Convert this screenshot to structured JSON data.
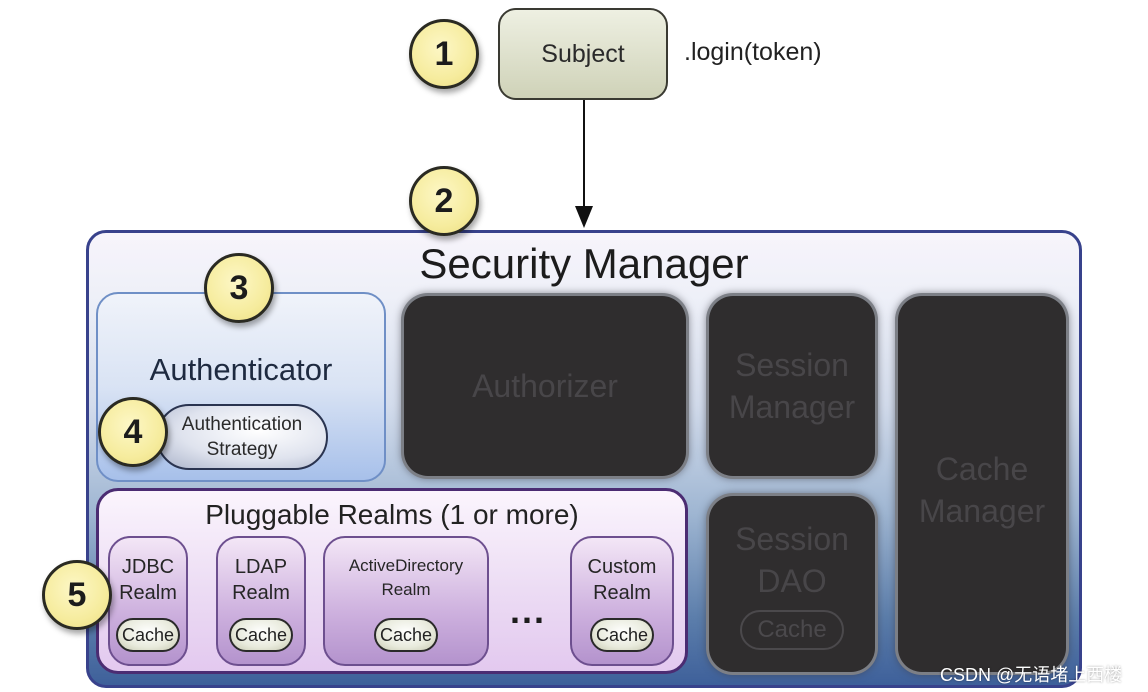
{
  "subject": {
    "label": "Subject",
    "call": ".login(token)"
  },
  "badges": [
    "1",
    "2",
    "3",
    "4",
    "5"
  ],
  "security_manager": {
    "title": "Security Manager"
  },
  "authenticator": {
    "title": "Authenticator",
    "strategy_line1": "Authentication",
    "strategy_line2": "Strategy"
  },
  "components": {
    "authorizer": "Authorizer",
    "session_manager_line1": "Session",
    "session_manager_line2": "Manager",
    "session_dao_line1": "Session",
    "session_dao_line2": "DAO",
    "session_dao_cache": "Cache",
    "cache_manager_line1": "Cache",
    "cache_manager_line2": "Manager"
  },
  "realms": {
    "title": "Pluggable Realms (1 or more)",
    "items": [
      {
        "line1": "JDBC",
        "line2": "Realm",
        "cache": "Cache"
      },
      {
        "line1": "LDAP",
        "line2": "Realm",
        "cache": "Cache"
      },
      {
        "line1": "ActiveDirectory",
        "line2": "Realm",
        "cache": "Cache"
      },
      {
        "line1": "Custom",
        "line2": "Realm",
        "cache": "Cache"
      }
    ],
    "ellipsis": "..."
  },
  "watermark": "CSDN @无语堵上西楼"
}
